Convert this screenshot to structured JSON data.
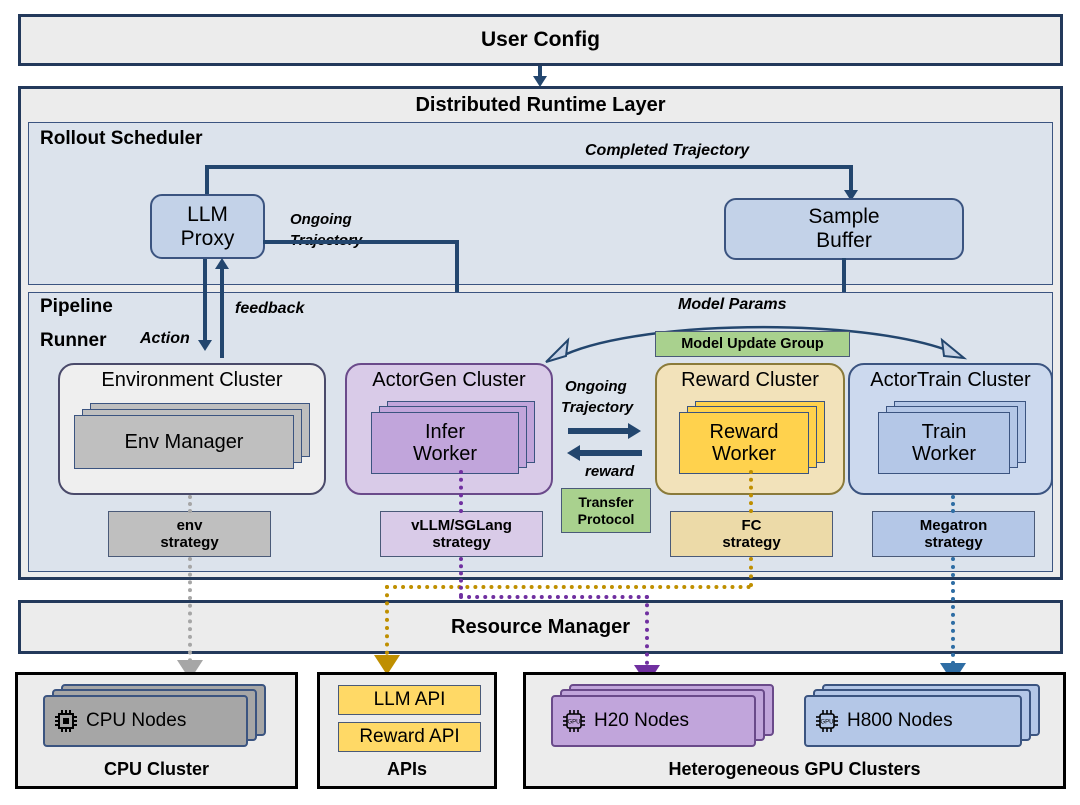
{
  "diagram": {
    "user_config": {
      "label": "User Config"
    },
    "runtime_layer": {
      "title": "Distributed Runtime Layer"
    },
    "rollout_scheduler": {
      "title": "Rollout Scheduler",
      "llm_proxy": {
        "line1": "LLM",
        "line2": "Proxy"
      },
      "sample_buffer": {
        "line1": "Sample",
        "line2": "Buffer"
      },
      "edge_completed": "Completed Trajectory",
      "edge_ongoing_l1": "Ongoing",
      "edge_ongoing_l2": "Trajectory"
    },
    "pipeline_runner": {
      "title_l1": "Pipeline",
      "title_l2": "Runner",
      "edge_action": "Action",
      "edge_feedback": "feedback",
      "edge_model_params": "Model Params",
      "edge_ongoing_l1": "Ongoing",
      "edge_ongoing_l2": "Trajectory",
      "edge_reward": "reward",
      "model_update_group": "Model Update Group",
      "transfer_protocol_l1": "Transfer",
      "transfer_protocol_l2": "Protocol",
      "clusters": [
        {
          "name": "Environment Cluster",
          "worker_l1": "Env Manager",
          "worker_l2": "",
          "strategy_l1": "env",
          "strategy_l2": "strategy",
          "cluster_fill": "#efefef",
          "worker_fill": "#bfbfbf",
          "strategy_fill": "#bfbfbf"
        },
        {
          "name": "ActorGen Cluster",
          "worker_l1": "Infer",
          "worker_l2": "Worker",
          "strategy_l1": "vLLM/SGLang",
          "strategy_l2": "strategy",
          "cluster_fill": "#d9cbe8",
          "worker_fill": "#c1a5db",
          "strategy_fill": "#d9cbe8"
        },
        {
          "name": "Reward Cluster",
          "worker_l1": "Reward",
          "worker_l2": "Worker",
          "strategy_l1": "FC",
          "strategy_l2": "strategy",
          "cluster_fill": "#f2e2ba",
          "worker_fill": "#ffd24d",
          "strategy_fill": "#ecdaa8"
        },
        {
          "name": "ActorTrain Cluster",
          "worker_l1": "Train",
          "worker_l2": "Worker",
          "strategy_l1": "Megatron",
          "strategy_l2": "strategy",
          "cluster_fill": "#ccd9ee",
          "worker_fill": "#b4c7e7",
          "strategy_fill": "#b4c7e7"
        }
      ]
    },
    "resource_manager": {
      "title": "Resource Manager"
    },
    "hardware": [
      {
        "caption": "CPU Cluster",
        "nodes": [
          {
            "label": "CPU Nodes",
            "icon": "cpu-chip-icon",
            "fill": "#a6a6a6"
          }
        ]
      },
      {
        "caption": "APIs",
        "apis": [
          {
            "label": "LLM API"
          },
          {
            "label": "Reward API"
          }
        ]
      },
      {
        "caption": "Heterogeneous GPU Clusters",
        "nodes": [
          {
            "label": "H20 Nodes",
            "icon": "gpu-chip-icon",
            "fill": "#c1a5db"
          },
          {
            "label": "H800 Nodes",
            "icon": "gpu-chip-icon",
            "fill": "#b4c7e7"
          }
        ]
      }
    ],
    "colors": {
      "navy": "#23395b",
      "edge_navy": "#23466e",
      "panel_bg": "#ececec",
      "panel_inner_bg": "#dce3ec",
      "green": "#a9d18e",
      "gray_dotted": "#a6a6a6",
      "purple_dotted": "#7030a0",
      "gold_dotted": "#bf8f00",
      "blue_dotted": "#2e6da4"
    }
  }
}
